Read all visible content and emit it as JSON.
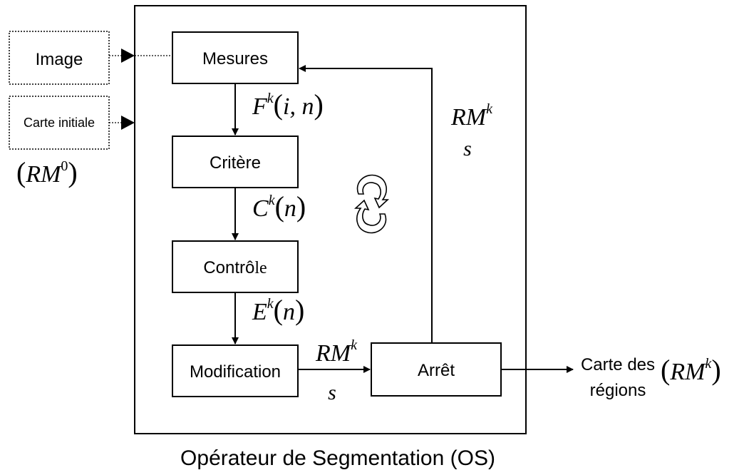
{
  "inputs": {
    "image_label": "Image",
    "carte_label": "Carte initiale",
    "carte_math": {
      "base": "RM",
      "sup": "0"
    }
  },
  "blocks": {
    "mesures": "Mesures",
    "critere": "Critère",
    "controle_main": "Contrô",
    "controle_tail": "le",
    "modification": "Modification",
    "arret": "Arrêt"
  },
  "signals": {
    "f": {
      "base": "F",
      "sup": "k",
      "args": "i, n"
    },
    "c": {
      "base": "C",
      "sup": "k",
      "args": "n"
    },
    "e": {
      "base": "E",
      "sup": "k",
      "args": "n"
    },
    "rm_mod": {
      "base": "RM",
      "sup": "k",
      "sub": "s"
    },
    "rm_feedback": {
      "base": "RM",
      "sup": "k",
      "sub": "s"
    }
  },
  "output": {
    "line1": "Carte des",
    "line2": "régions",
    "math": {
      "base": "RM",
      "sup": "k"
    }
  },
  "caption": "Opérateur de Segmentation (OS)"
}
